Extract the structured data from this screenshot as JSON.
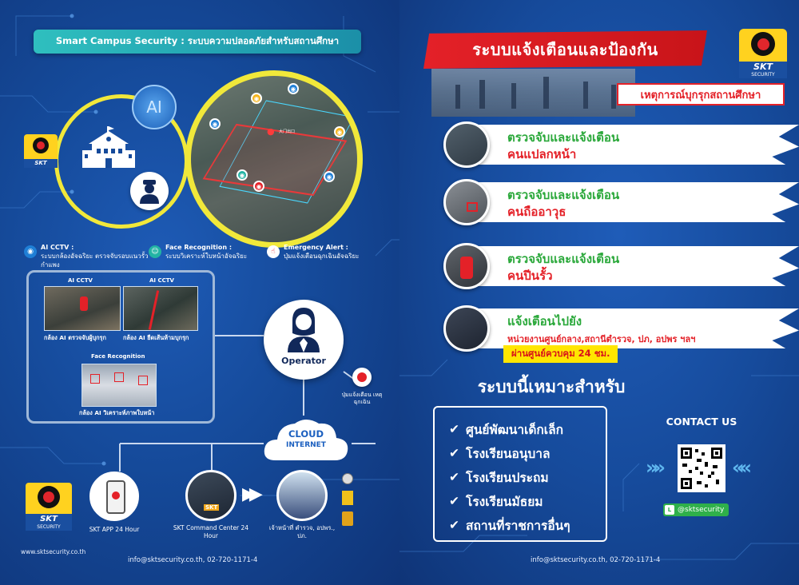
{
  "left": {
    "title": "Smart Campus Security : ระบบความปลอดภัยสำหรับสถานศึกษา",
    "ai_badge": "AI",
    "map_labels": [
      "大门出口"
    ],
    "legend": [
      {
        "icon": "eye-icon",
        "color": "#1f7fd6",
        "title": "AI CCTV :",
        "text": "ระบบกล้องอัจฉริยะ ตรวจจับรอบแนวรั้วกำแพง"
      },
      {
        "icon": "face-scan-icon",
        "color": "#22b3a4",
        "title": "Face Recognition :",
        "text": "ระบบวิเคราะห์ใบหน้าอัจฉริยะ"
      },
      {
        "icon": "touch-icon",
        "color": "#e42128",
        "title": "Emergency Alert :",
        "text": "ปุ่มแจ้งเตือนฉุกเฉินอัจฉริยะ"
      }
    ],
    "cam_box": {
      "label_1": "AI CCTV",
      "label_2": "AI CCTV",
      "caption_1": "กล้อง AI ตรวจจับผู้บุกรุก",
      "caption_2": "กล้อง AI ยืดเส้นห้ามบุกรุก",
      "face_label": "Face Recognition",
      "caption_3": "กล้อง AI วิเคราะห์ภาพใบหน้า"
    },
    "operator": "Operator",
    "sos_caption": "ปุ่มแจ้งเตือน เหตุฉุกเฉิน",
    "cloud": {
      "line1": "CLOUD",
      "line2": "INTERNET"
    },
    "logo_text": "SKT",
    "logo_sub": "SECURITY",
    "app_caption": "SKT APP 24 Hour",
    "command_caption": "SKT Command Center 24 Hour",
    "officer_caption": "เจ้าหน้าที่ ตำรวจ, อปพร., ปภ.",
    "website": "www.sktsecurity.co.th",
    "footer": "info@sktsecurity.co.th, 02-720-1171-4"
  },
  "right": {
    "banner": "ระบบแจ้งเตือนและป้องกัน",
    "incident_tag": "เหตุการณ์บุกรุกสถานศึกษา",
    "rows": [
      {
        "line1": "ตรวจจับและแจ้งเตือน",
        "line2": "คนแปลกหน้า"
      },
      {
        "line1": "ตรวจจับและแจ้งเตือน",
        "line2": "คนถืออาวุธ"
      },
      {
        "line1": "ตรวจจับและแจ้งเตือน",
        "line2": "คนปีนรั้ว"
      },
      {
        "line1": "แจ้งเตือนไปยัง",
        "line2": "หน่วยงานศูนย์กลาง,สถานีตำรวจ, ปภ, อปพร ฯลฯ"
      }
    ],
    "center_tag": "ผ่านศูนย์ควบคุม 24 ชม.",
    "suitable_title": "ระบบนี้เหมาะสำหรับ",
    "suitable_items": [
      "ศูนย์พัฒนาเด็กเล็ก",
      "โรงเรียนอนุบาล",
      "โรงเรียนประถม",
      "โรงเรียนมัธยม",
      "สถานที่ราชการอื่นๆ"
    ],
    "contact_title": "CONTACT US",
    "line_id": "@sktsecurity",
    "footer": "info@sktsecurity.co.th, 02-720-1171-4"
  },
  "colors": {
    "accent_red": "#e42128",
    "accent_yellow": "#f1e83a",
    "brand_blue": "#1b5fbf",
    "green": "#2aa83a"
  }
}
